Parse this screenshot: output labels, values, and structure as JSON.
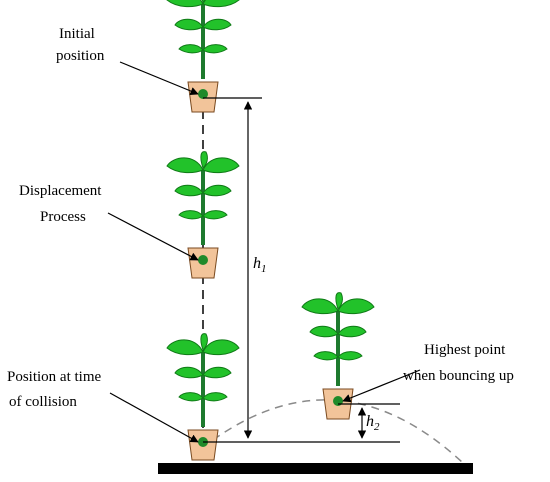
{
  "labels": {
    "initial_line1": "Initial",
    "initial_line2": "position",
    "displacement_line1": "Displacement",
    "displacement_line2": "Process",
    "collision_line1": "Position at time",
    "collision_line2": "of collision",
    "highest_line1": "Highest point",
    "highest_line2": "when bouncing up"
  },
  "dimensions": {
    "h1_symbol": "h",
    "h1_sub": "1",
    "h2_symbol": "h",
    "h2_sub": "2"
  },
  "colors": {
    "leaf": "#22c22a",
    "leaf_stroke": "#0f7a16",
    "stem": "#1e7a2e",
    "pot": "#f2c49a",
    "pot_stroke": "#7a4a20",
    "seed": "#1f8a2a",
    "ground": "#000000",
    "trajectory": "#8a8a8a"
  }
}
